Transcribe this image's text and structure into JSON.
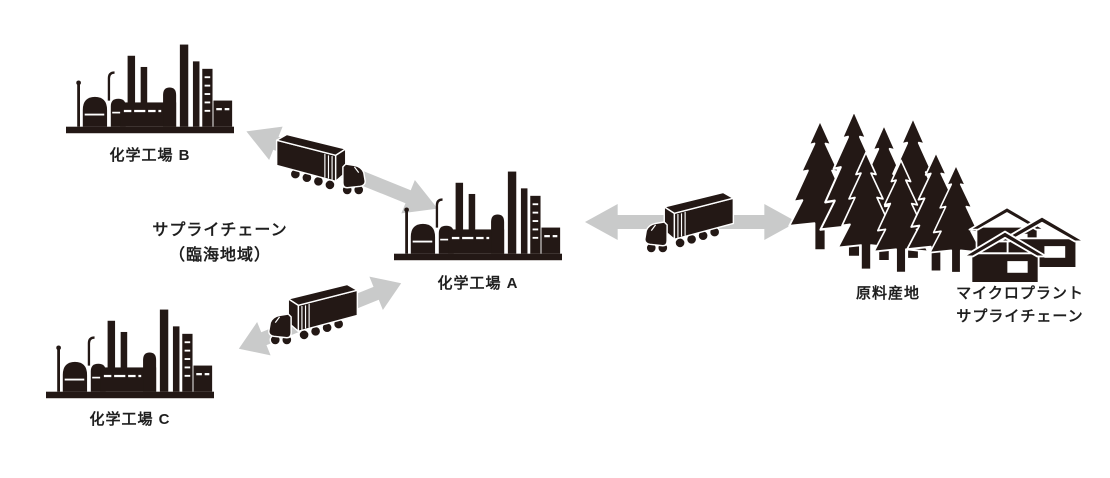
{
  "diagram": {
    "type": "supply-chain-illustration",
    "colors": {
      "background": "#ffffff",
      "silhouette": "#231815",
      "arrow": "#c9caca",
      "text": "#1f1f1f"
    },
    "nodes": {
      "factory_b": {
        "label": "化学工場 B",
        "icon": "chemical-plant"
      },
      "factory_c": {
        "label": "化学工場 C",
        "icon": "chemical-plant"
      },
      "factory_a": {
        "label": "化学工場 A",
        "icon": "chemical-plant"
      },
      "raw_material_site": {
        "label": "原料産地",
        "icon": "pine-forest"
      },
      "micro_plant": {
        "label_line1": "マイクロプラント",
        "label_line2": "サプライチェーン",
        "icon": "houses"
      }
    },
    "annotations": {
      "coastal_supply_chain": {
        "line1": "サプライチェーン",
        "line2": "（臨海地域）"
      }
    },
    "links": [
      {
        "from": "factory_b",
        "to": "factory_a",
        "transport": "truck",
        "arrow": "double-headed"
      },
      {
        "from": "factory_c",
        "to": "factory_a",
        "transport": "truck",
        "arrow": "double-headed"
      },
      {
        "from": "factory_a",
        "to": "raw_material_site",
        "transport": "truck",
        "arrow": "double-headed"
      }
    ]
  }
}
